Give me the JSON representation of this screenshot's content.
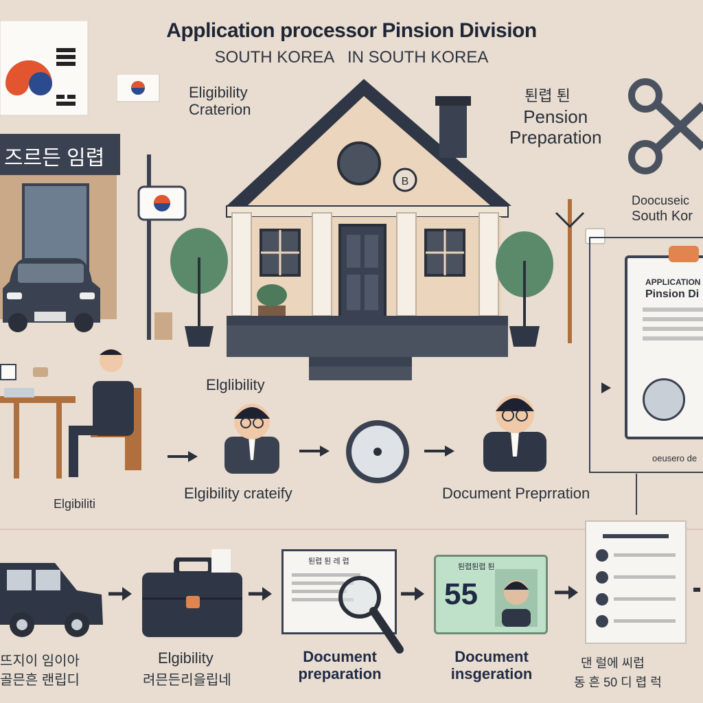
{
  "header": {
    "title": "Application processor Pinsion Division",
    "subtitle": "SOUTH KOREA   IN SOUTH KOREA"
  },
  "top_left": {
    "sign_text": "즈르든 임렵",
    "eligibility_label": "Eligibility\nCraterion"
  },
  "top_right": {
    "korean_heading": "퇸렵 퇸",
    "pension_label": "Pension\nPreparation",
    "doc_label_1": "Doocuseic",
    "doc_label_2": "South Kor",
    "clipboard_title_1": "APPLICATION",
    "clipboard_title_2": "Pinsion Di",
    "clipboard_footer": "oeusero de"
  },
  "house": {
    "badge": "B"
  },
  "middle_flow": {
    "person_label": "Elgibiliti",
    "step1_top": "Elglibility",
    "step1_bottom": "Elgibility crateify",
    "step3_label": "Document Preprration"
  },
  "bottom_flow": {
    "step1_label_line1": "뜨지이 임이아",
    "step1_label_line2": "골믄흔 랜립디",
    "step2_label_line1": "Elgibility",
    "step2_label_line2": "려믄든리을립네",
    "step3_label": "Document\npreparation",
    "step4_card_number": "55",
    "step4_label": "Document\ninsgeration",
    "step5_label_line1": "댄 럴에 씨럽",
    "step5_label_line2": "동 흔 50 디 렵 럭",
    "doc_header": "퇸렵 퇸 레 렵",
    "card_header": "퇸렵퇸렵 퇸"
  }
}
